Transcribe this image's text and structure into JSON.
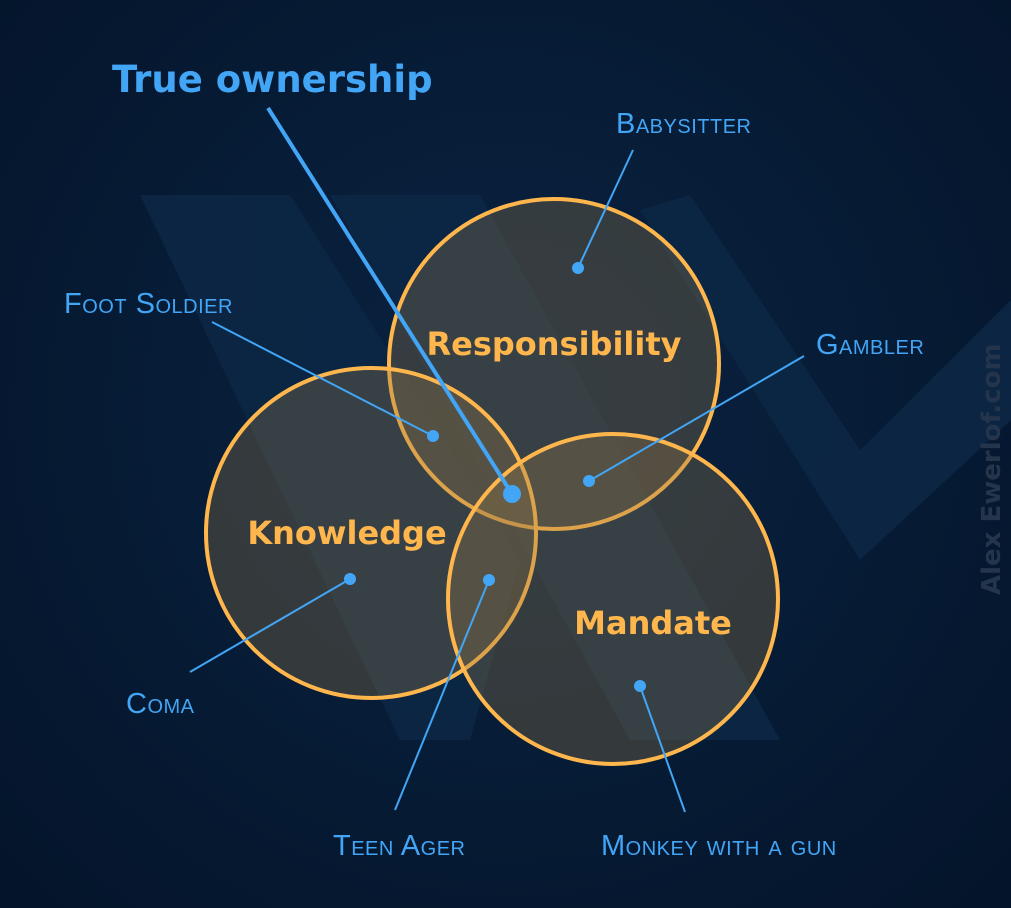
{
  "diagram": {
    "title": "True ownership",
    "circles": {
      "responsibility": "Responsibility",
      "knowledge": "Knowledge",
      "mandate": "Mandate"
    },
    "roles": {
      "babysitter": "Babysitter",
      "foot_soldier": "Foot Soldier",
      "gambler": "Gambler",
      "coma": "Coma",
      "teen_ager": "Teen Ager",
      "monkey_with_a_gun": "Monkey with a gun"
    },
    "watermark": "Alex Ewerlof.com"
  },
  "colors": {
    "background": "#061a33",
    "circle_stroke": "#ffb74d",
    "circle_label": "#ffb74d",
    "pointer": "#42a5f5"
  }
}
